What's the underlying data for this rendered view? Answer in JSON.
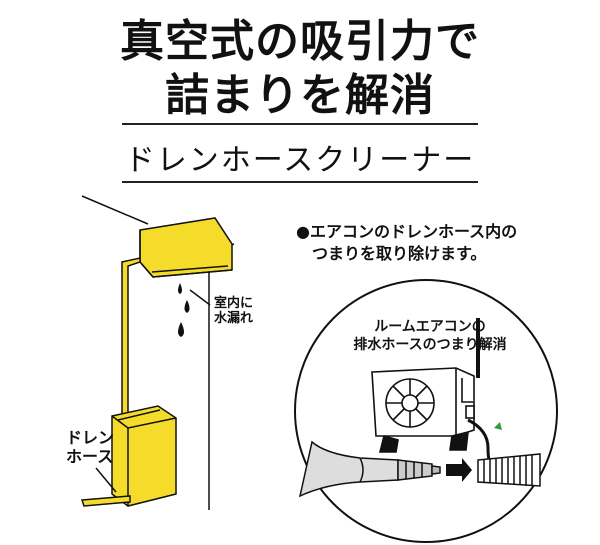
{
  "headline": {
    "line1": "真空式の吸引力で",
    "line2": "詰まりを解消"
  },
  "subtitle": "ドレンホースクリーナー",
  "bullet": {
    "line1": "●エアコンのドレンホース内の",
    "line2": "つまりを取り除けます。"
  },
  "labels": {
    "leak_line1": "室内に",
    "leak_line2": "水漏れ",
    "hose_line1": "ドレン",
    "hose_line2": "ホース"
  },
  "circle": {
    "line1": "ルームエアコンの",
    "line2": "排水ホースのつまり解消"
  },
  "colors": {
    "yellow": "#F5DC2A",
    "arrow_green": "#2E9E3E",
    "ink": "#111111"
  }
}
